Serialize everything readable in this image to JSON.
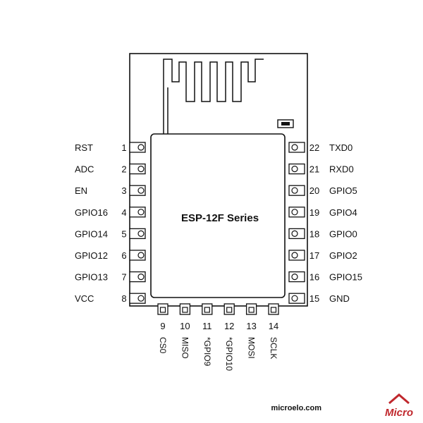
{
  "module": {
    "title": "ESP-12F Series"
  },
  "left_pins": [
    {
      "number": "1",
      "label": "RST"
    },
    {
      "number": "2",
      "label": "ADC"
    },
    {
      "number": "3",
      "label": "EN"
    },
    {
      "number": "4",
      "label": "GPIO16"
    },
    {
      "number": "5",
      "label": "GPIO14"
    },
    {
      "number": "6",
      "label": "GPIO12"
    },
    {
      "number": "7",
      "label": "GPIO13"
    },
    {
      "number": "8",
      "label": "VCC"
    }
  ],
  "right_pins": [
    {
      "number": "22",
      "label": "TXD0"
    },
    {
      "number": "21",
      "label": "RXD0"
    },
    {
      "number": "20",
      "label": "GPIO5"
    },
    {
      "number": "19",
      "label": "GPIO4"
    },
    {
      "number": "18",
      "label": "GPIO0"
    },
    {
      "number": "17",
      "label": "GPIO2"
    },
    {
      "number": "16",
      "label": "GPIO15"
    },
    {
      "number": "15",
      "label": "GND"
    }
  ],
  "bottom_pins": [
    {
      "number": "9",
      "label": "CS0"
    },
    {
      "number": "10",
      "label": "MISO"
    },
    {
      "number": "11",
      "label": "*GPIO9"
    },
    {
      "number": "12",
      "label": "*GPIO10"
    },
    {
      "number": "13",
      "label": "MOSI"
    },
    {
      "number": "14",
      "label": "SCLK"
    }
  ],
  "watermark": {
    "site": "microelo.com",
    "brand": "Micro"
  },
  "colors": {
    "line": "#111111",
    "brand_red": "#c0282d",
    "watermark_gray": "#f1f1f1"
  }
}
